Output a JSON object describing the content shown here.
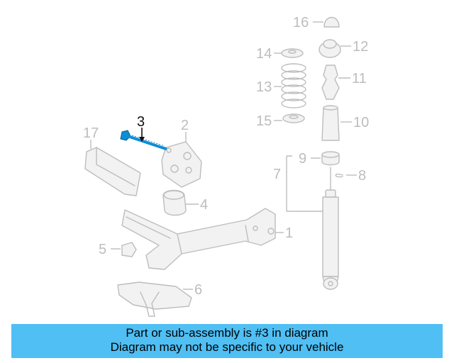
{
  "diagram": {
    "highlight_color": "#0a8fd6",
    "callouts": [
      "16",
      "12",
      "14",
      "13",
      "11",
      "15",
      "10",
      "3",
      "17",
      "2",
      "9",
      "8",
      "7",
      "4",
      "1",
      "5",
      "6"
    ],
    "highlighted_callout": "3"
  },
  "banner": {
    "line1": "Part or sub-assembly is #3 in diagram",
    "line2": "Diagram may not be specific to your vehicle",
    "background": "#4fbff4"
  }
}
